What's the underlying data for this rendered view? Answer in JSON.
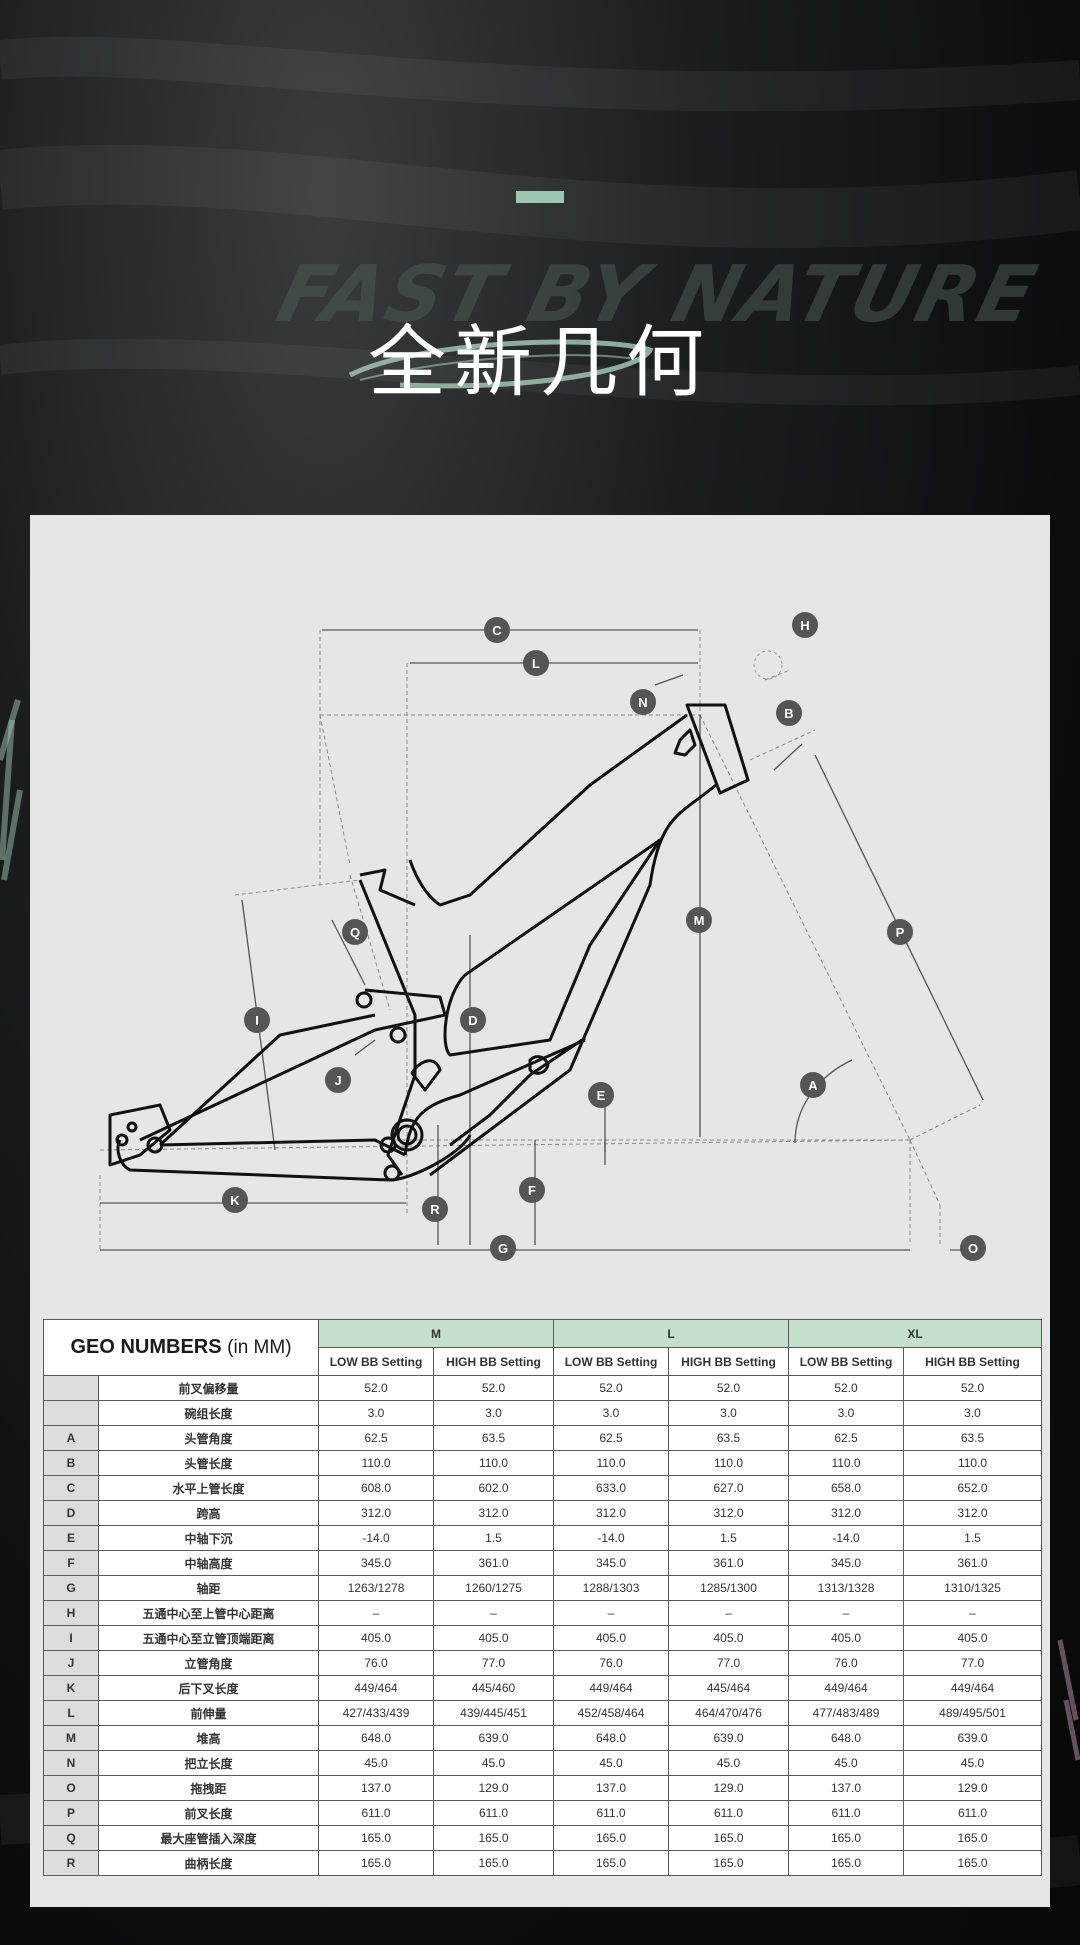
{
  "header": {
    "background_script": "FAST BY NATURE",
    "title": "全新几何"
  },
  "diagram_labels": [
    "C",
    "L",
    "H",
    "N",
    "B",
    "M",
    "P",
    "Q",
    "I",
    "D",
    "J",
    "E",
    "A",
    "K",
    "R",
    "F",
    "G",
    "O"
  ],
  "table": {
    "title_bold": "GEO NUMBERS",
    "title_unit": "(in MM)",
    "sizes": [
      "M",
      "L",
      "XL"
    ],
    "settings": [
      "LOW BB Setting",
      "HIGH BB Setting",
      "LOW BB Setting",
      "HIGH BB Setting",
      "LOW BB Setting",
      "HIGH BB Setting"
    ],
    "rows": [
      {
        "code": "",
        "name": "前叉偏移量",
        "values": [
          "52.0",
          "52.0",
          "52.0",
          "52.0",
          "52.0",
          "52.0"
        ]
      },
      {
        "code": "",
        "name": "碗组长度",
        "values": [
          "3.0",
          "3.0",
          "3.0",
          "3.0",
          "3.0",
          "3.0"
        ]
      },
      {
        "code": "A",
        "name": "头管角度",
        "values": [
          "62.5",
          "63.5",
          "62.5",
          "63.5",
          "62.5",
          "63.5"
        ]
      },
      {
        "code": "B",
        "name": "头管长度",
        "values": [
          "110.0",
          "110.0",
          "110.0",
          "110.0",
          "110.0",
          "110.0"
        ]
      },
      {
        "code": "C",
        "name": "水平上管长度",
        "values": [
          "608.0",
          "602.0",
          "633.0",
          "627.0",
          "658.0",
          "652.0"
        ]
      },
      {
        "code": "D",
        "name": "跨高",
        "values": [
          "312.0",
          "312.0",
          "312.0",
          "312.0",
          "312.0",
          "312.0"
        ]
      },
      {
        "code": "E",
        "name": "中轴下沉",
        "values": [
          "-14.0",
          "1.5",
          "-14.0",
          "1.5",
          "-14.0",
          "1.5"
        ]
      },
      {
        "code": "F",
        "name": "中轴高度",
        "values": [
          "345.0",
          "361.0",
          "345.0",
          "361.0",
          "345.0",
          "361.0"
        ]
      },
      {
        "code": "G",
        "name": "轴距",
        "values": [
          "1263/1278",
          "1260/1275",
          "1288/1303",
          "1285/1300",
          "1313/1328",
          "1310/1325"
        ]
      },
      {
        "code": "H",
        "name": "五通中心至上管中心距离",
        "values": [
          "–",
          "–",
          "–",
          "–",
          "–",
          "–"
        ]
      },
      {
        "code": "I",
        "name": "五通中心至立管顶端距离",
        "values": [
          "405.0",
          "405.0",
          "405.0",
          "405.0",
          "405.0",
          "405.0"
        ]
      },
      {
        "code": "J",
        "name": "立管角度",
        "values": [
          "76.0",
          "77.0",
          "76.0",
          "77.0",
          "76.0",
          "77.0"
        ]
      },
      {
        "code": "K",
        "name": "后下叉长度",
        "values": [
          "449/464",
          "445/460",
          "449/464",
          "445/464",
          "449/464",
          "449/464"
        ]
      },
      {
        "code": "L",
        "name": "前伸量",
        "values": [
          "427/433/439",
          "439/445/451",
          "452/458/464",
          "464/470/476",
          "477/483/489",
          "489/495/501"
        ]
      },
      {
        "code": "M",
        "name": "堆高",
        "values": [
          "648.0",
          "639.0",
          "648.0",
          "639.0",
          "648.0",
          "639.0"
        ]
      },
      {
        "code": "N",
        "name": "把立长度",
        "values": [
          "45.0",
          "45.0",
          "45.0",
          "45.0",
          "45.0",
          "45.0"
        ]
      },
      {
        "code": "O",
        "name": "拖拽距",
        "values": [
          "137.0",
          "129.0",
          "137.0",
          "129.0",
          "137.0",
          "129.0"
        ]
      },
      {
        "code": "P",
        "name": "前叉长度",
        "values": [
          "611.0",
          "611.0",
          "611.0",
          "611.0",
          "611.0",
          "611.0"
        ]
      },
      {
        "code": "Q",
        "name": "最大座管插入深度",
        "values": [
          "165.0",
          "165.0",
          "165.0",
          "165.0",
          "165.0",
          "165.0"
        ]
      },
      {
        "code": "R",
        "name": "曲柄长度",
        "values": [
          "165.0",
          "165.0",
          "165.0",
          "165.0",
          "165.0",
          "165.0"
        ]
      }
    ]
  }
}
